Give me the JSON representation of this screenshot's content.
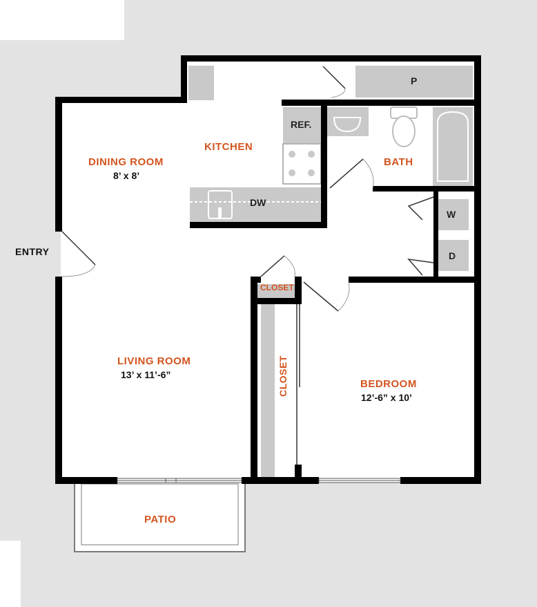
{
  "colors": {
    "wall": "#000000",
    "background_gray": "#e3e3e3",
    "fixture_gray": "#c9c9c9",
    "room_label": "#d4541f",
    "text": "#111111"
  },
  "labels": {
    "entry": "ENTRY",
    "dining_room": "DINING ROOM",
    "dining_room_dim": "8’ x 8’",
    "kitchen": "KITCHEN",
    "refrigerator": "REF.",
    "dishwasher": "DW",
    "pantry": "P",
    "bath": "BATH",
    "washer": "W",
    "dryer": "D",
    "closet_small": "CLOSET",
    "closet_large": "CLOSET",
    "living_room": "LIVING ROOM",
    "living_room_dim": "13’ x 11’-6”",
    "bedroom": "BEDROOM",
    "bedroom_dim": "12’-6” x 10’",
    "patio": "PATIO"
  }
}
